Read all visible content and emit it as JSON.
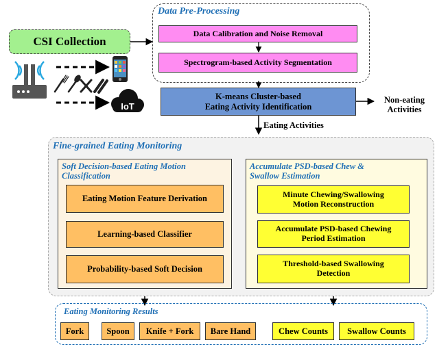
{
  "csi_collection": "CSI Collection",
  "device_labels": {
    "iot": "IoT"
  },
  "preprocessing": {
    "title": "Data Pre-Processing",
    "step1": "Data Calibration and Noise Removal",
    "step2": "Spectrogram-based Activity Segmentation"
  },
  "kmeans": {
    "line1": "K-means Cluster-based",
    "line2": "Eating Activity Identification"
  },
  "non_eating": {
    "line1": "Non-eating",
    "line2": "Activities"
  },
  "eating_activities": "Eating Activities",
  "fine_grained": {
    "title": "Fine-grained Eating Monitoring",
    "soft": {
      "title_line1": "Soft Decision-based Eating Motion",
      "title_line2": "Classification",
      "step1": "Eating Motion Feature Derivation",
      "step2": "Learning-based Classifier",
      "step3": "Probability-based Soft Decision"
    },
    "psd": {
      "title_line1": "Accumulate PSD-based Chew &",
      "title_line2": "Swallow Estimation",
      "step1_line1": "Minute Chewing/Swallowing",
      "step1_line2": "Motion Reconstruction",
      "step2_line1": "Accumulate PSD-based Chewing",
      "step2_line2": "Period Estimation",
      "step3_line1": "Threshold-based Swallowing",
      "step3_line2": "Detection"
    }
  },
  "results": {
    "title": "Eating Monitoring Results",
    "utensils": [
      "Fork",
      "Spoon",
      "Knife + Fork",
      "Bare Hand"
    ],
    "counts": [
      "Chew Counts",
      "Swallow Counts"
    ]
  },
  "colors": {
    "csi_green": "#a3f08f",
    "preprocessing_pink": "#ff8cf2",
    "kmeans_blue": "#6d95d3",
    "soft_orange": "#ffbf63",
    "psd_yellow": "#ffff33",
    "title_blue": "#1f6fb5"
  },
  "icons": [
    "wifi-router-icon",
    "smartphone-icon",
    "utensils-icon",
    "iot-cloud-icon"
  ]
}
